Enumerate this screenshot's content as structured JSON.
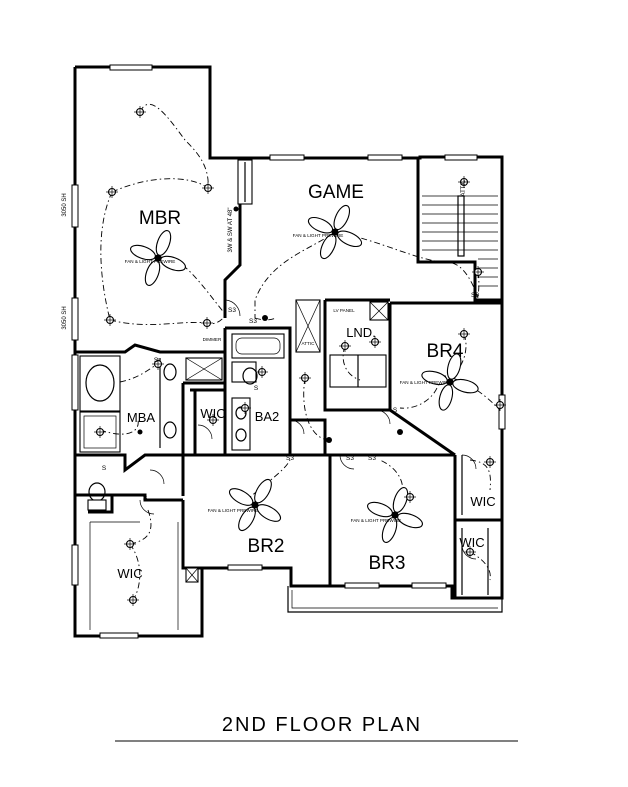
{
  "title": "2ND FLOOR PLAN",
  "rooms": {
    "mbr": "MBR",
    "game": "GAME",
    "br4": "BR4",
    "lnd": "LND.",
    "mba": "MBA",
    "wic_bath": "WIC",
    "ba2": "BA2",
    "br2": "BR2",
    "br3": "BR3",
    "wic_right_upper": "WIC",
    "wic_right_lower": "WIC",
    "wic_master": "WIC"
  },
  "window_labels": {
    "mbr_upper": "3050 SH",
    "mbr_lower": "3050 SH"
  },
  "notes": {
    "fan_game": "FAN & LIGHT PREWIRE",
    "fan_mbr": "FAN & LIGHT PREWIRE",
    "fan_br4": "FAN & LIGHT PREWIRE",
    "fan_br2": "FAN & LIGHT PREWIRE",
    "fan_br3": "FAN & LIGHT PREWIRE",
    "lv_panel": "LV PANEL",
    "attic": "ATTIC",
    "dimmer": "DIMMER",
    "wall_note": "3W & SW AT 48\""
  },
  "switches": {
    "s3": "S3",
    "s": "S"
  }
}
